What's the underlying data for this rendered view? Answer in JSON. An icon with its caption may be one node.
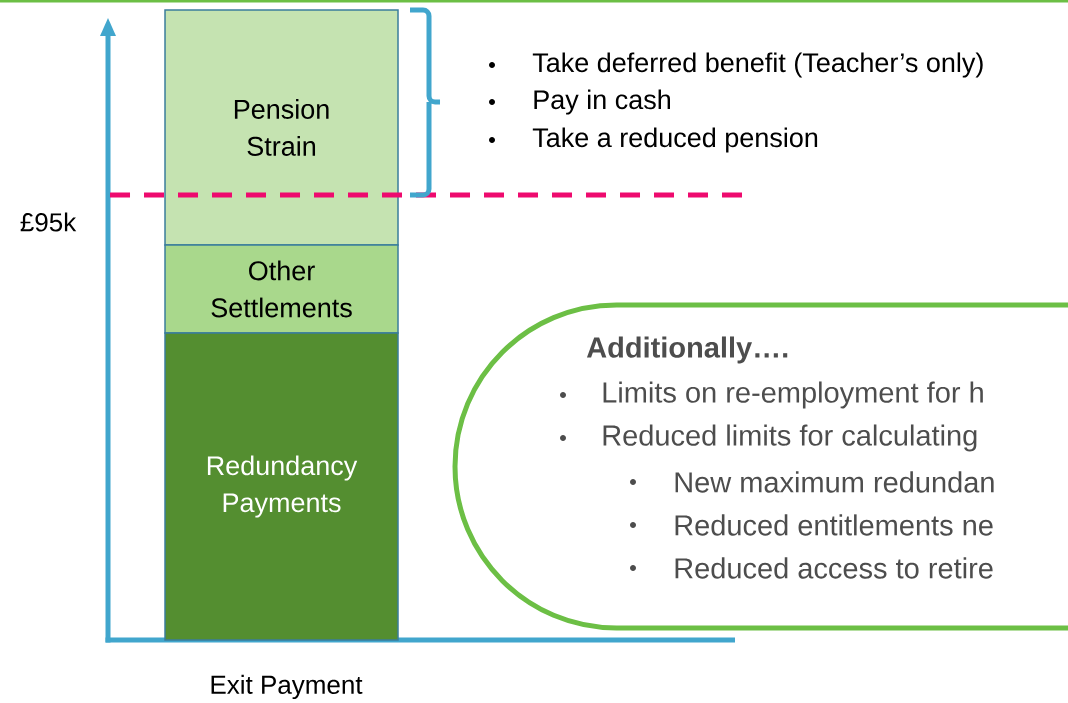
{
  "diagram": {
    "nodes": [
      {
        "text": [
          "Pension Strain"
        ]
      },
      {
        "text": [
          "Other Settlements"
        ]
      },
      {
        "text": [
          "Redundancy Payments"
        ]
      },
      {
        "text": [
          "Additionally….",
          "Limits on re-employment for h",
          "Reduced limits for calculating",
          "New maximum redundan",
          "Reduced entitlements ne",
          "Reduced access to retire"
        ]
      }
    ],
    "labels": [
      "Take deferred benefit (Teacher’s only)",
      "Pay in cash",
      "Take a reduced pension",
      "£95k",
      "Exit Payment"
    ]
  }
}
